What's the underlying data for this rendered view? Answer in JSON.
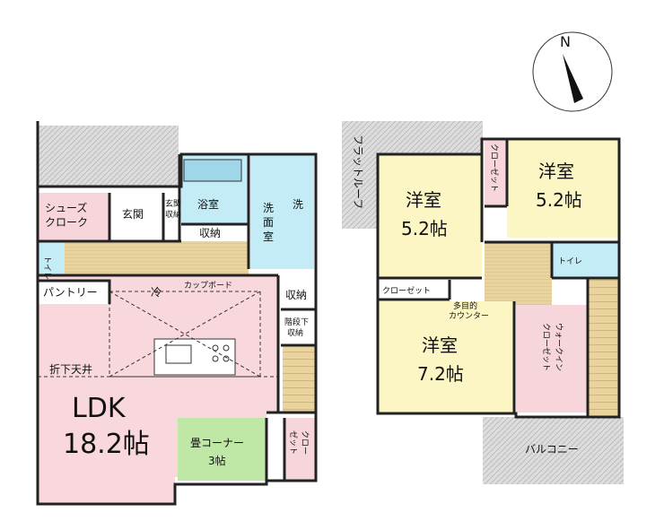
{
  "compass": {
    "north_label": "N"
  },
  "floor1": {
    "shoes_cloak": "シューズ\nクローク",
    "entrance": "玄関",
    "entrance_storage": "玄関\n収納",
    "bathroom": "浴室",
    "storage_upper": "収納",
    "washroom": "洗\n面\n室",
    "washer": "洗",
    "toilet": "トイレ",
    "pantry": "パントリー",
    "fridge": "冷",
    "cupboard": "カップボード",
    "storage_right": "収納",
    "under_stairs": "階段下\n収納",
    "ceiling_note": "折下天井",
    "ldk_name": "LDK",
    "ldk_size": "18.2帖",
    "tatami": "畳コーナー",
    "tatami_size": "3帖",
    "closet_vertical": "クロー\nゼット"
  },
  "floor2": {
    "flat_roof": "フラットルーフ",
    "room_a": "洋室",
    "room_a_size": "5.2帖",
    "closet_top": "クローゼット",
    "room_b": "洋室",
    "room_b_size": "5.2帖",
    "toilet": "トイレ",
    "closet_mid": "クローゼット",
    "counter": "多目的\nカウンター",
    "room_c": "洋室",
    "room_c_size": "7.2帖",
    "walk_in": "ウォーク\nイン\nクロー\nゼット",
    "balcony": "バルコニー"
  },
  "colors": {
    "ldk_pink": "#f8d8dc",
    "room_yellow": "#fbf6c3",
    "wet_blue": "#c4ecf6",
    "tatami_green": "#bfe7a5",
    "floor_tan": "#e9d49f",
    "grey": "#d8d8d8",
    "closet_pink": "#f6d5db"
  }
}
